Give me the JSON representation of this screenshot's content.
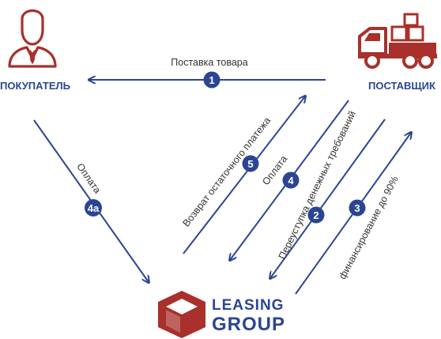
{
  "colors": {
    "arrow": "#2b4593",
    "badge": "#2b4593",
    "icon": "#a9302b",
    "label": "#2b4593",
    "text": "#333333",
    "logo_cube": "#a9302b",
    "logo_text": "#2b4593"
  },
  "parties": {
    "buyer": {
      "label": "ПОКУПАТЕЛЬ",
      "icon": "businessman-icon"
    },
    "supplier": {
      "label": "ПОСТАВЩИК",
      "icon": "delivery-truck-icon"
    }
  },
  "logo": {
    "line1": "LEASING",
    "line2": "GROUP",
    "icon": "cube-icon"
  },
  "flows": {
    "f1": {
      "number": "1",
      "label": "Поставка товара"
    },
    "f2": {
      "number": "2",
      "label": "Переуступка денежных требований"
    },
    "f3": {
      "number": "3",
      "label": "финансирование до 90%"
    },
    "f4": {
      "number": "4",
      "label": "Оплата"
    },
    "f4a": {
      "number": "4а",
      "label": "Оплата"
    },
    "f5": {
      "number": "5",
      "label": "Возврат остаточного платежа"
    }
  }
}
